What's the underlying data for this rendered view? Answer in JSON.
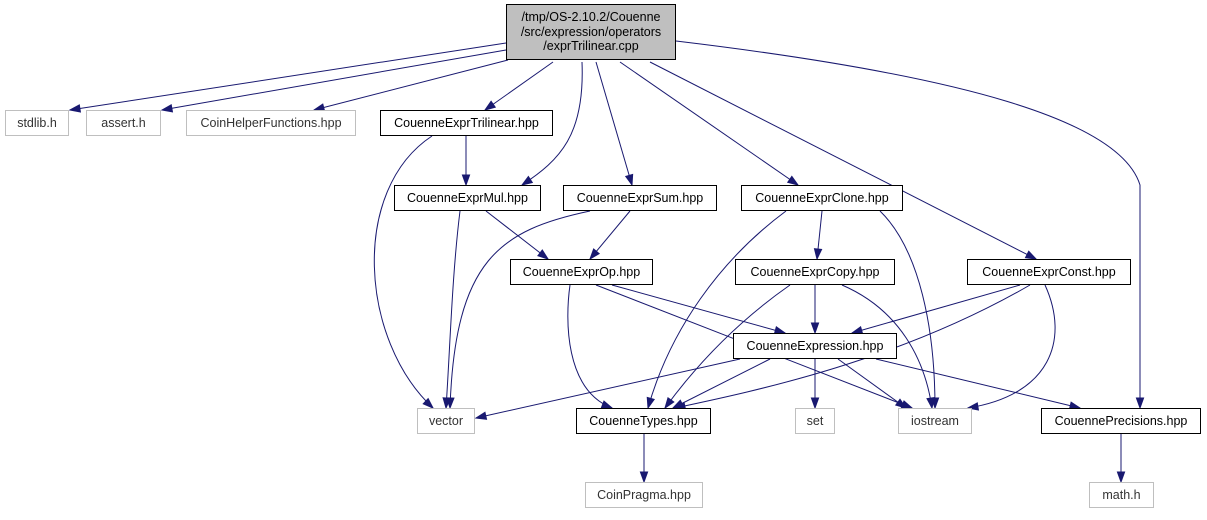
{
  "graph": {
    "colors": {
      "edge": "#191970",
      "root_fill": "#bfbfbf",
      "node_border": "#000000",
      "system_border": "#bfbfbf"
    },
    "nodes": [
      {
        "id": "root",
        "label_lines": [
          "/tmp/OS-2.10.2/Couenne",
          "/src/expression/operators",
          "/exprTrilinear.cpp"
        ],
        "kind": "root"
      },
      {
        "id": "stdlib",
        "label": "stdlib.h",
        "kind": "system"
      },
      {
        "id": "assert",
        "label": "assert.h",
        "kind": "system"
      },
      {
        "id": "coinhelper",
        "label": "CoinHelperFunctions.hpp",
        "kind": "system"
      },
      {
        "id": "trilinear",
        "label": "CouenneExprTrilinear.hpp",
        "kind": "project"
      },
      {
        "id": "mul",
        "label": "CouenneExprMul.hpp",
        "kind": "project"
      },
      {
        "id": "sum",
        "label": "CouenneExprSum.hpp",
        "kind": "project"
      },
      {
        "id": "clone",
        "label": "CouenneExprClone.hpp",
        "kind": "project"
      },
      {
        "id": "op",
        "label": "CouenneExprOp.hpp",
        "kind": "project"
      },
      {
        "id": "copy",
        "label": "CouenneExprCopy.hpp",
        "kind": "project"
      },
      {
        "id": "const",
        "label": "CouenneExprConst.hpp",
        "kind": "project"
      },
      {
        "id": "expression",
        "label": "CouenneExpression.hpp",
        "kind": "project"
      },
      {
        "id": "vector",
        "label": "vector",
        "kind": "system"
      },
      {
        "id": "types",
        "label": "CouenneTypes.hpp",
        "kind": "project"
      },
      {
        "id": "set",
        "label": "set",
        "kind": "system"
      },
      {
        "id": "iostream",
        "label": "iostream",
        "kind": "system"
      },
      {
        "id": "precisions",
        "label": "CouennePrecisions.hpp",
        "kind": "project"
      },
      {
        "id": "pragma",
        "label": "CoinPragma.hpp",
        "kind": "system"
      },
      {
        "id": "math",
        "label": "math.h",
        "kind": "system"
      }
    ],
    "edges": [
      [
        "root",
        "stdlib"
      ],
      [
        "root",
        "assert"
      ],
      [
        "root",
        "coinhelper"
      ],
      [
        "root",
        "trilinear"
      ],
      [
        "root",
        "mul"
      ],
      [
        "root",
        "sum"
      ],
      [
        "root",
        "clone"
      ],
      [
        "root",
        "const"
      ],
      [
        "root",
        "precisions"
      ],
      [
        "trilinear",
        "mul"
      ],
      [
        "trilinear",
        "vector"
      ],
      [
        "mul",
        "vector"
      ],
      [
        "mul",
        "op"
      ],
      [
        "sum",
        "op"
      ],
      [
        "sum",
        "vector"
      ],
      [
        "clone",
        "types"
      ],
      [
        "clone",
        "copy"
      ],
      [
        "clone",
        "iostream"
      ],
      [
        "op",
        "types"
      ],
      [
        "op",
        "expression"
      ],
      [
        "op",
        "iostream"
      ],
      [
        "copy",
        "expression"
      ],
      [
        "copy",
        "types"
      ],
      [
        "copy",
        "iostream"
      ],
      [
        "const",
        "expression"
      ],
      [
        "const",
        "types"
      ],
      [
        "const",
        "iostream"
      ],
      [
        "expression",
        "vector"
      ],
      [
        "expression",
        "types"
      ],
      [
        "expression",
        "set"
      ],
      [
        "expression",
        "iostream"
      ],
      [
        "expression",
        "precisions"
      ],
      [
        "types",
        "pragma"
      ],
      [
        "precisions",
        "math"
      ]
    ]
  }
}
